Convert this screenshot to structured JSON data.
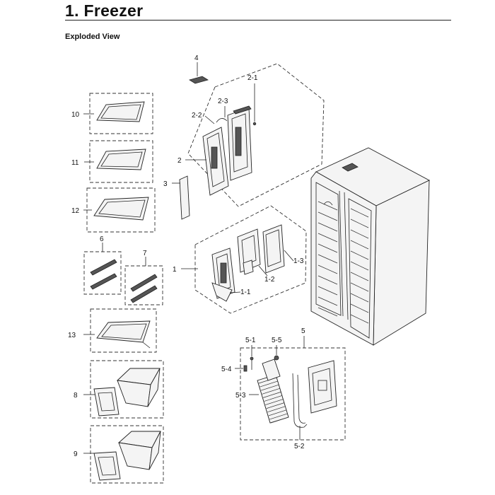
{
  "header": {
    "title": "1.  Freezer",
    "subtitle": "Exploded View"
  },
  "callouts": {
    "c4": "4",
    "c2_1": "2-1",
    "c2_3": "2-3",
    "c2_2": "2-2",
    "c2": "2",
    "c3": "3",
    "c10": "10",
    "c11": "11",
    "c12": "12",
    "c6": "6",
    "c7": "7",
    "c1": "1",
    "c1_3": "1-3",
    "c1_2": "1-2",
    "c1_1": "1-1",
    "c13": "13",
    "c8": "8",
    "c9": "9",
    "c5": "5",
    "c5_1": "5-1",
    "c5_5": "5-5",
    "c5_4": "5-4",
    "c5_3": "5-3",
    "c5_2": "5-2"
  }
}
